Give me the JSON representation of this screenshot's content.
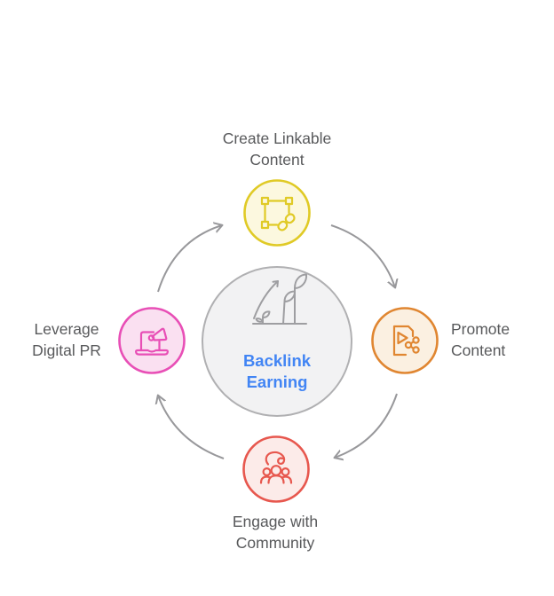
{
  "diagram": {
    "background": "#FFFFFF",
    "label_color": "#58595B",
    "center": {
      "label": "Backlink\nEarning",
      "label_color": "#4285F4",
      "icon": "growth-plant-icon",
      "fill": "#F2F2F3",
      "stroke": "#B0B0B2"
    },
    "nodes": {
      "top": {
        "label": "Create Linkable\nContent",
        "icon": "linkable-content-icon",
        "stroke": "#E0CA26",
        "fill": "#FCF8DF"
      },
      "right": {
        "label": "Promote\nContent",
        "icon": "promote-content-icon",
        "stroke": "#E08631",
        "fill": "#FBF0E1"
      },
      "bottom": {
        "label": "Engage with\nCommunity",
        "icon": "engage-community-icon",
        "stroke": "#E7574E",
        "fill": "#FCEBE9"
      },
      "left": {
        "label": "Leverage\nDigital PR",
        "icon": "leverage-digital-pr-icon",
        "stroke": "#E84FB6",
        "fill": "#FAE0F1"
      }
    },
    "arrows": {
      "color": "#98989B",
      "direction": "clockwise",
      "sequence": [
        "Leverage Digital PR",
        "Create Linkable Content",
        "Promote Content",
        "Engage with Community"
      ]
    }
  }
}
